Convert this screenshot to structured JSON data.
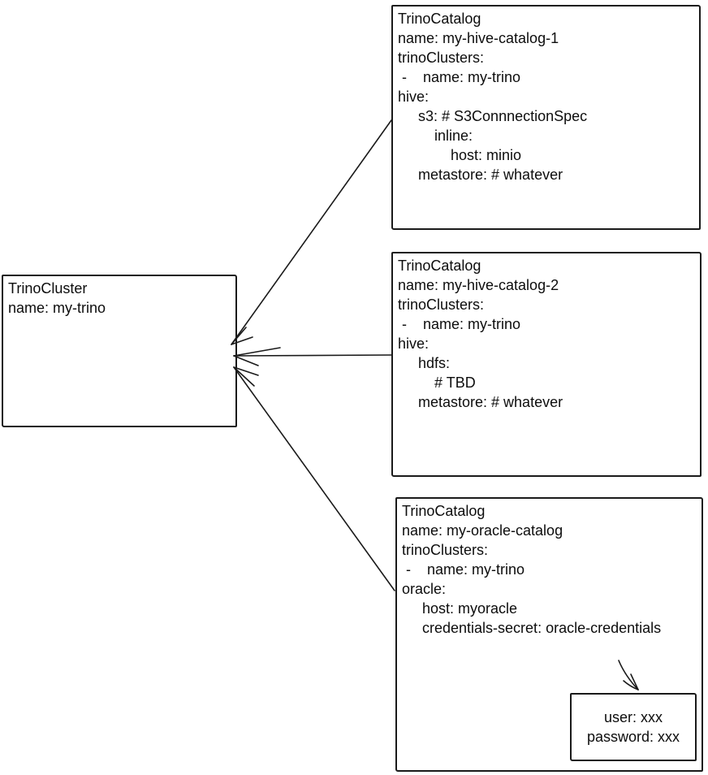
{
  "diagram": {
    "background_color": "#ffffff",
    "stroke_color": "#1a1a1a",
    "text_color": "#0d0d0d",
    "nodes": {
      "cluster": {
        "kind": "TrinoCluster",
        "lines": [
          "TrinoCluster",
          "name: my-trino"
        ]
      },
      "catalog1": {
        "kind": "TrinoCatalog",
        "lines": [
          "TrinoCatalog",
          "name: my-hive-catalog-1",
          "trinoClusters:",
          " -    name: my-trino",
          "hive:",
          "     s3: # S3ConnnectionSpec",
          "         inline:",
          "             host: minio",
          "     metastore: # whatever"
        ]
      },
      "catalog2": {
        "kind": "TrinoCatalog",
        "lines": [
          "TrinoCatalog",
          "name: my-hive-catalog-2",
          "trinoClusters:",
          " -    name: my-trino",
          "hive:",
          "     hdfs:",
          "         # TBD",
          "     metastore: # whatever"
        ]
      },
      "catalog3": {
        "kind": "TrinoCatalog",
        "lines": [
          "TrinoCatalog",
          "name: my-oracle-catalog",
          "trinoClusters:",
          " -    name: my-trino",
          "oracle:",
          "     host: myoracle",
          "     credentials-secret: oracle-credentials"
        ]
      },
      "secret": {
        "kind": "Secret",
        "lines": [
          "user: xxx",
          "password: xxx"
        ]
      }
    },
    "edges": [
      {
        "from": "catalog1",
        "to": "cluster",
        "style": "arrow"
      },
      {
        "from": "catalog2",
        "to": "cluster",
        "style": "arrow"
      },
      {
        "from": "catalog3",
        "to": "cluster",
        "style": "arrow"
      },
      {
        "from": "catalog3-credentials-secret",
        "to": "secret",
        "style": "arrow"
      }
    ]
  }
}
